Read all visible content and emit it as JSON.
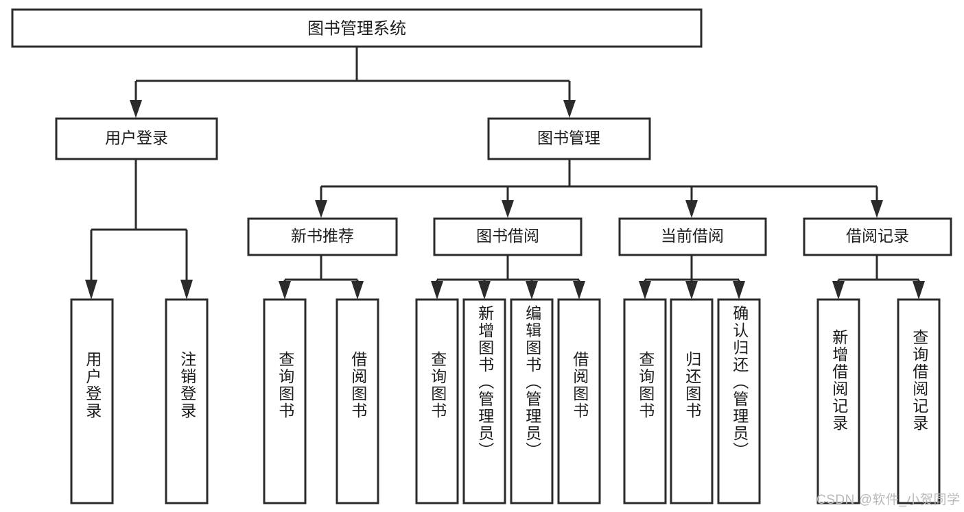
{
  "diagram": {
    "title": "图书管理系统",
    "type": "hierarchy-tree",
    "root": {
      "id": "root",
      "label": "图书管理系统",
      "level": 1
    },
    "level2": [
      {
        "id": "user-login",
        "label": "用户登录"
      },
      {
        "id": "book-management",
        "label": "图书管理"
      }
    ],
    "level3": [
      {
        "id": "new-book-recommend",
        "label": "新书推荐",
        "parent": "book-management"
      },
      {
        "id": "book-borrow",
        "label": "图书借阅",
        "parent": "book-management"
      },
      {
        "id": "current-borrow",
        "label": "当前借阅",
        "parent": "book-management"
      },
      {
        "id": "borrow-record",
        "label": "借阅记录",
        "parent": "book-management"
      }
    ],
    "leaves": [
      {
        "id": "leaf-user-login",
        "label": "用户登录",
        "parent": "user-login"
      },
      {
        "id": "leaf-logout-login",
        "label": "注销登录",
        "parent": "user-login"
      },
      {
        "id": "leaf-query-book-1",
        "label": "查询图书",
        "parent": "new-book-recommend"
      },
      {
        "id": "leaf-borrow-book-1",
        "label": "借阅图书",
        "parent": "new-book-recommend"
      },
      {
        "id": "leaf-query-book-2",
        "label": "查询图书",
        "parent": "book-borrow"
      },
      {
        "id": "leaf-add-book-admin",
        "label": "新增图书（管理员）",
        "parent": "book-borrow"
      },
      {
        "id": "leaf-edit-book-admin",
        "label": "编辑图书（管理员）",
        "parent": "book-borrow"
      },
      {
        "id": "leaf-borrow-book-2",
        "label": "借阅图书",
        "parent": "book-borrow"
      },
      {
        "id": "leaf-query-book-3",
        "label": "查询图书",
        "parent": "current-borrow"
      },
      {
        "id": "leaf-return-book",
        "label": "归还图书",
        "parent": "current-borrow"
      },
      {
        "id": "leaf-confirm-return-admin",
        "label": "确认归还（管理员）",
        "parent": "current-borrow"
      },
      {
        "id": "leaf-add-borrow-record",
        "label": "新增借阅记录",
        "parent": "borrow-record"
      },
      {
        "id": "leaf-query-borrow-record",
        "label": "查询借阅记录",
        "parent": "borrow-record"
      }
    ],
    "colors": {
      "background": "#ffffff",
      "box_fill": "#ffffff",
      "box_stroke": "#2b2b2b",
      "connector": "#2b2b2b",
      "text": "#1c1c1c",
      "watermark": "#b9b9b9"
    }
  },
  "watermark": {
    "text": "CSDN @软件_小贺同学"
  }
}
